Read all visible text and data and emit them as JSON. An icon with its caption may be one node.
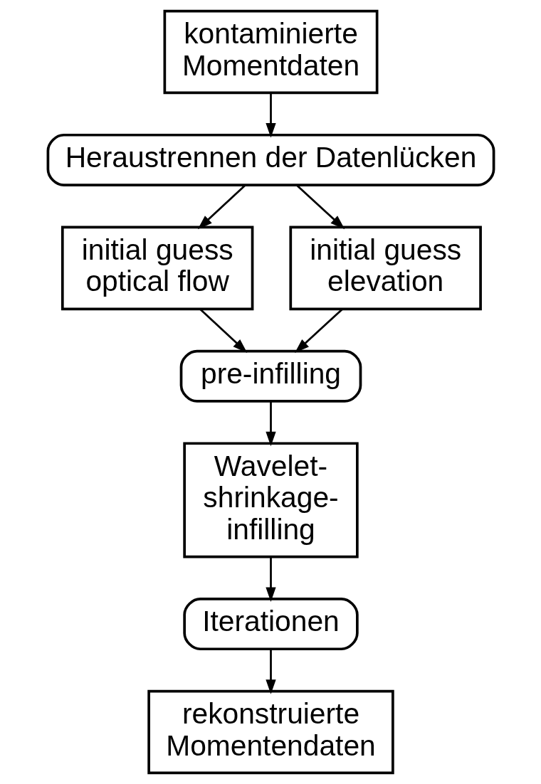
{
  "diagram": {
    "nodes": [
      {
        "text": [
          "kontaminierte Momentdaten"
        ]
      },
      {
        "text": [
          "Heraustrennen der Datenlücken"
        ]
      },
      {
        "text": [
          "initial guess optical flow"
        ]
      },
      {
        "text": [
          "initial guess elevation"
        ]
      },
      {
        "text": [
          "pre-infilling"
        ]
      },
      {
        "text": [
          "Wavelet- shrinkage- infilling"
        ]
      },
      {
        "text": [
          "Iterationen"
        ]
      },
      {
        "text": [
          "rekonstruierte Momentendaten"
        ]
      }
    ],
    "edges": [
      {
        "from": 0,
        "to": 1,
        "arrow": "to"
      },
      {
        "from": 1,
        "to": 2,
        "arrow": "to"
      },
      {
        "from": 1,
        "to": 3,
        "arrow": "to"
      },
      {
        "from": 2,
        "to": 4,
        "arrow": "to"
      },
      {
        "from": 3,
        "to": 4,
        "arrow": "to"
      },
      {
        "from": 4,
        "to": 5,
        "arrow": "to"
      },
      {
        "from": 5,
        "to": 6,
        "arrow": "to"
      },
      {
        "from": 6,
        "to": 7,
        "arrow": "to"
      }
    ]
  }
}
